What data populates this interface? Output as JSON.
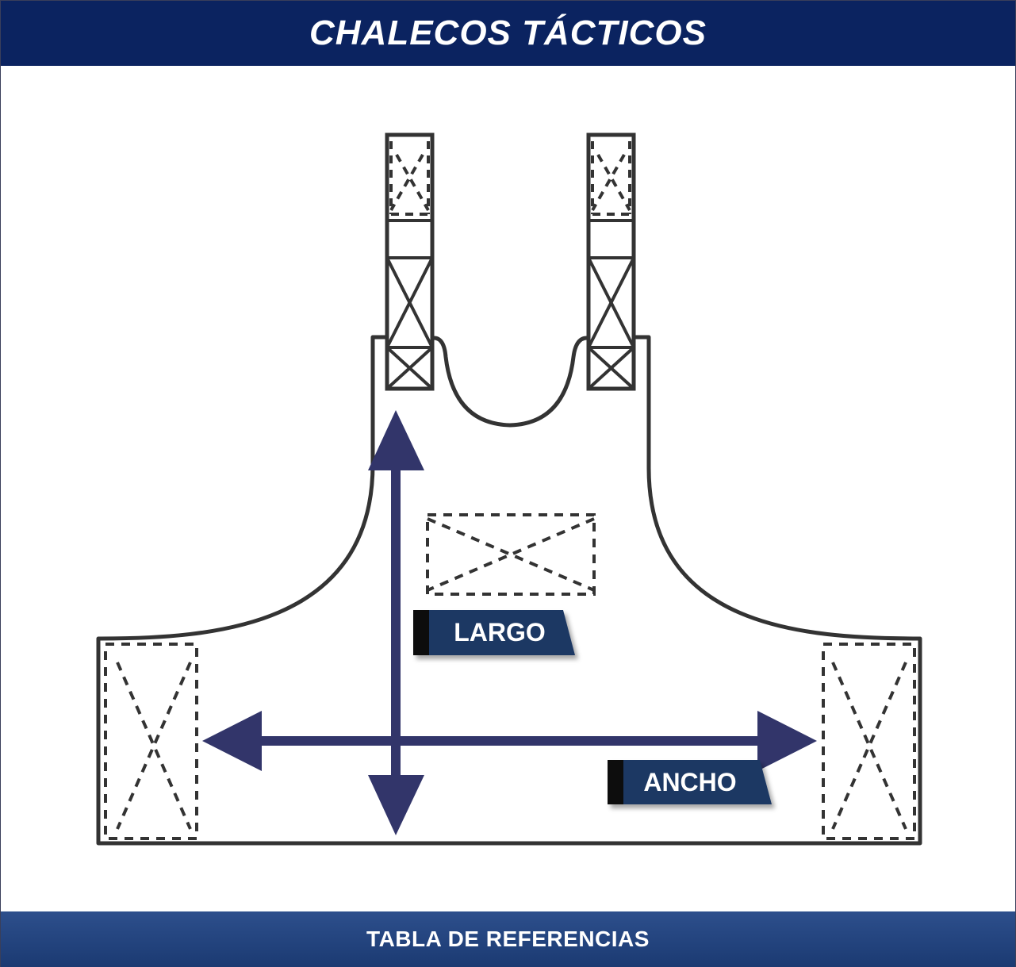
{
  "header": {
    "title": "CHALECOS TÁCTICOS"
  },
  "labels": {
    "largo": "LARGO",
    "ancho": "ANCHO"
  },
  "footer": {
    "title": "TABLA DE REFERENCIAS"
  },
  "colors": {
    "header_bg": "#0b2360",
    "footer_bg": "#1b3a72",
    "arrow": "#32356a",
    "label_bg": "#1f3864",
    "label_accent": "#0d0d0d",
    "outline": "#333333"
  },
  "icons": [
    "vest-outline",
    "vertical-double-arrow",
    "horizontal-double-arrow"
  ]
}
